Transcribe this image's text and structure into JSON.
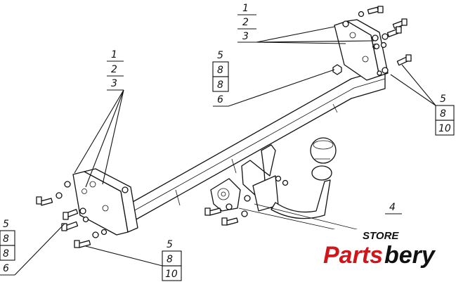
{
  "callouts": {
    "top": [
      "1",
      "2",
      "3"
    ],
    "left_upper": [
      "1",
      "2",
      "3"
    ],
    "mid": [
      "5",
      "8",
      "8",
      "6"
    ],
    "right": [
      "5",
      "8",
      "10"
    ],
    "left_lower": [
      "5",
      "8",
      "8",
      "6"
    ],
    "bottom": [
      "5",
      "8",
      "10"
    ],
    "ball": [
      "4"
    ]
  },
  "logo": {
    "store": "STORE",
    "parts": "Parts",
    "bery": "bery",
    "colors": {
      "parts": "#d0161b",
      "bery": "#111111"
    }
  }
}
